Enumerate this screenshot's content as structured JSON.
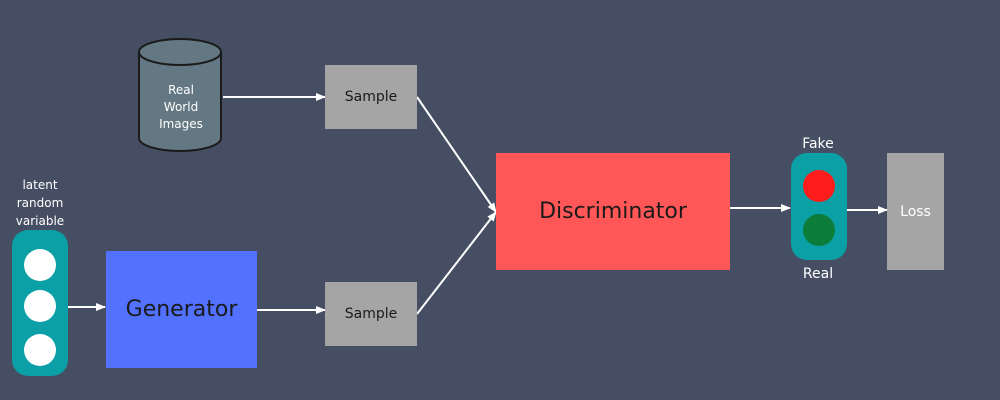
{
  "nodes": {
    "real_world_images": "Real\nWorld\nImages",
    "real_world_images_lines": [
      "Real",
      "World",
      "Images"
    ],
    "sample_top": "Sample",
    "sample_bottom": "Sample",
    "discriminator": "Discriminator",
    "generator": "Generator",
    "loss": "Loss",
    "latent_label_lines": [
      "latent",
      "random",
      "variable"
    ],
    "fake": "Fake",
    "real": "Real"
  },
  "colors": {
    "background": "#454e63",
    "database": "#637882",
    "sample": "#a5a5a5",
    "discriminator": "#ff5757",
    "generator": "#5271ff",
    "loss": "#a5a5a5",
    "pill": "#0b9fa6",
    "fake_light": "#ff1c1c",
    "real_light": "#0c7c3a",
    "arrow": "#ffffff"
  },
  "edges": [
    {
      "from": "real_world_images",
      "to": "sample_top"
    },
    {
      "from": "sample_top",
      "to": "discriminator"
    },
    {
      "from": "latent_random_variable",
      "to": "generator"
    },
    {
      "from": "generator",
      "to": "sample_bottom"
    },
    {
      "from": "sample_bottom",
      "to": "discriminator"
    },
    {
      "from": "discriminator",
      "to": "fake_real_indicator"
    },
    {
      "from": "fake_real_indicator",
      "to": "loss"
    }
  ]
}
